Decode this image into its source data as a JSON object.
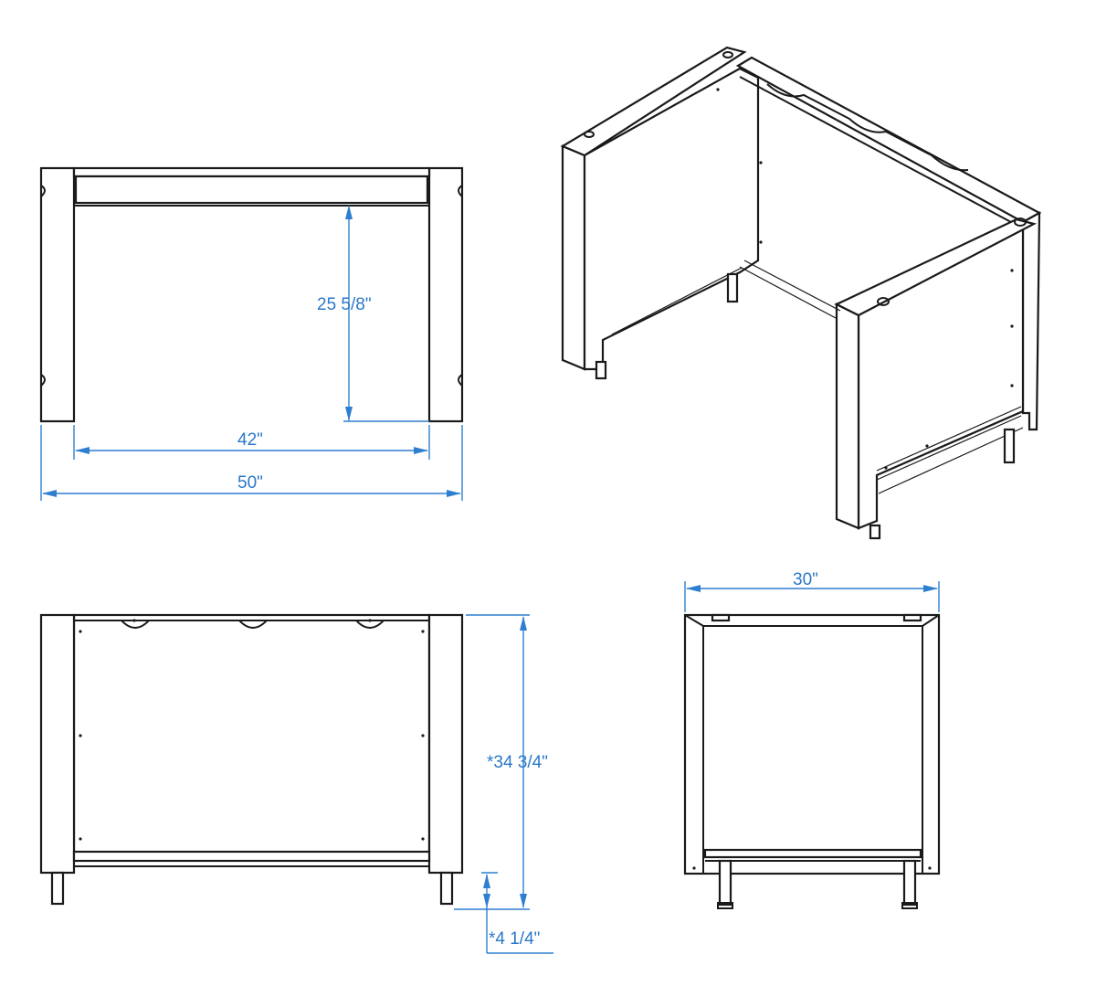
{
  "dimensions": {
    "inner_height": "25 5/8\"",
    "inner_width": "42\"",
    "overall_width": "50\"",
    "depth": "30\"",
    "overall_height": "*34 3/4\"",
    "leg_height": "*4 1/4\""
  },
  "colors": {
    "dimension_line": "#2f7fd0",
    "outline": "#1a1a1a"
  }
}
